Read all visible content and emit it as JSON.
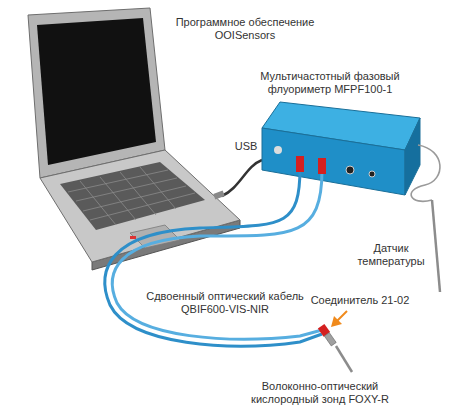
{
  "diagram": {
    "labels": [
      "Программное обеспечение OOISensors",
      "Мультичастотный фазовый флуориметр MFPF100-1",
      "USB",
      "Датчик температуры",
      "Сдвоенный оптический кабель QBIF600-VIS-NIR",
      "Соединитель 21-02",
      "Волоконно-оптический кислородный зонд FOXY-R"
    ]
  }
}
